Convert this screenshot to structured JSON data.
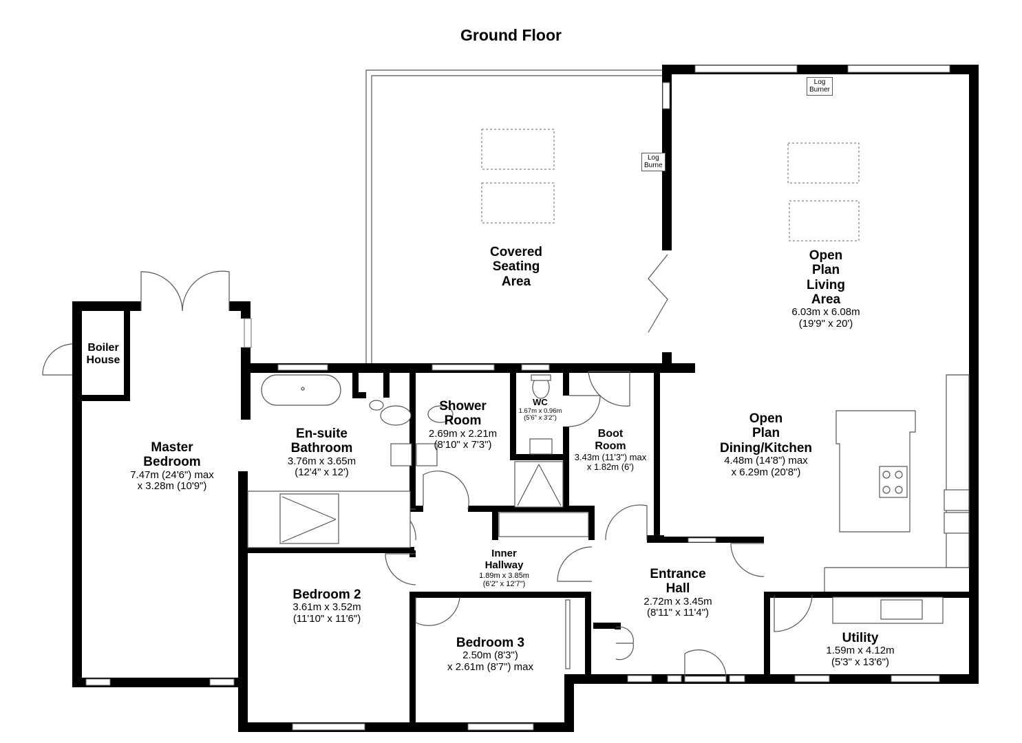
{
  "title": "Ground Floor",
  "rooms": {
    "covered": {
      "name_lines": [
        "Covered",
        "Seating",
        "Area"
      ],
      "dims": []
    },
    "living": {
      "name_lines": [
        "Open",
        "Plan",
        "Living",
        "Area"
      ],
      "dims": [
        "6.03m x 6.08m",
        "(19'9\" x 20')"
      ]
    },
    "kitchen": {
      "name_lines": [
        "Open",
        "Plan",
        "Dining/Kitchen"
      ],
      "dims": [
        "4.48m (14'8\") max",
        "x 6.29m (20'8\")"
      ]
    },
    "master": {
      "name_lines": [
        "Master",
        "Bedroom"
      ],
      "dims": [
        "7.47m (24'6\") max",
        "x 3.28m (10'9\")"
      ]
    },
    "boiler": {
      "name_lines": [
        "Boiler",
        "House"
      ],
      "dims": []
    },
    "ensuite": {
      "name_lines": [
        "En-suite",
        "Bathroom"
      ],
      "dims": [
        "3.76m x 3.65m",
        "(12'4\" x 12')"
      ]
    },
    "shower": {
      "name_lines": [
        "Shower",
        "Room"
      ],
      "dims": [
        "2.69m x 2.21m",
        "(8'10\" x 7'3\")"
      ]
    },
    "wc": {
      "name_lines": [
        "WC"
      ],
      "dims": [
        "1.67m x 0.96m",
        "(5'6\" x 3'2\")"
      ]
    },
    "boot": {
      "name_lines": [
        "Boot",
        "Room"
      ],
      "dims": [
        "3.43m (11'3\") max",
        "x 1.82m (6')"
      ]
    },
    "inner": {
      "name_lines": [
        "Inner",
        "Hallway"
      ],
      "dims": [
        "1.89m x 3.85m",
        "(6'2\" x 12'7\")"
      ]
    },
    "bed2": {
      "name_lines": [
        "Bedroom 2"
      ],
      "dims": [
        "3.61m x 3.52m",
        "(11'10\" x 11'6\")"
      ]
    },
    "bed3": {
      "name_lines": [
        "Bedroom 3"
      ],
      "dims": [
        "2.50m (8'3\")",
        "x 2.61m (8'7\") max"
      ]
    },
    "entrance": {
      "name_lines": [
        "Entrance",
        "Hall"
      ],
      "dims": [
        "2.72m x 3.45m",
        "(8'11\" x 11'4\")"
      ]
    },
    "utility": {
      "name_lines": [
        "Utility"
      ],
      "dims": [
        "1.59m x 4.12m",
        "(5'3\" x 13'6\")"
      ]
    }
  },
  "fixtures": {
    "log_burner_living": [
      "Log",
      "Burner"
    ],
    "log_burner_covered": [
      "Log",
      "Burne"
    ]
  },
  "colors": {
    "wall": "#000000",
    "fixture_line": "#555555"
  }
}
